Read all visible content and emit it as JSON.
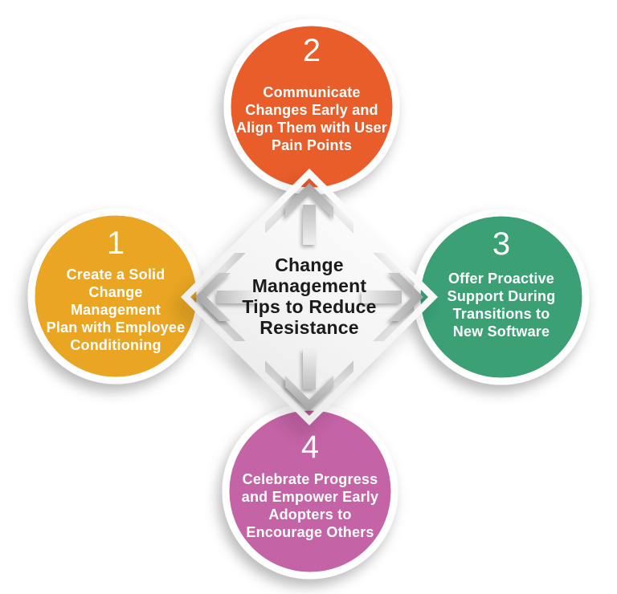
{
  "center": {
    "title_lines": [
      "Change",
      "Management",
      "Tips to Reduce",
      "Resistance"
    ],
    "title_text": "Change Management Tips to Reduce Resistance"
  },
  "nodes": [
    {
      "number": "1",
      "position": "left",
      "color": "#EAA624",
      "arrow_icon": "arrow-left-icon",
      "label_lines": [
        "Create a Solid",
        "Change",
        "Management",
        "Plan with Employee",
        "Conditioning"
      ],
      "label_text": "Create a Solid Change Management Plan with Employee Conditioning"
    },
    {
      "number": "2",
      "position": "top",
      "color": "#E95D2B",
      "arrow_icon": "arrow-up-icon",
      "label_lines": [
        "Communicate",
        "Changes Early and",
        "Align Them with User",
        "Pain Points"
      ],
      "label_text": "Communicate Changes Early and Align Them with User Pain Points"
    },
    {
      "number": "3",
      "position": "right",
      "color": "#3AA175",
      "arrow_icon": "arrow-right-icon",
      "label_lines": [
        "Offer Proactive",
        "Support During",
        "Transitions to",
        "New Software"
      ],
      "label_text": "Offer Proactive Support During Transitions to New Software"
    },
    {
      "number": "4",
      "position": "bottom",
      "color": "#C464A6",
      "arrow_icon": "arrow-down-icon",
      "label_lines": [
        "Celebrate Progress",
        "and Empower Early",
        "Adopters to",
        "Encourage Others"
      ],
      "label_text": "Celebrate Progress and Empower Early Adopters to Encourage Others"
    }
  ],
  "palette": {
    "background": "#FFFFFF",
    "diamond": "#F2F2F2",
    "arrow_gray": "#B5B5B5",
    "ring_white": "#FFFFFF",
    "title_text": "#1B1B1B",
    "node_text": "#FFFFFF"
  }
}
